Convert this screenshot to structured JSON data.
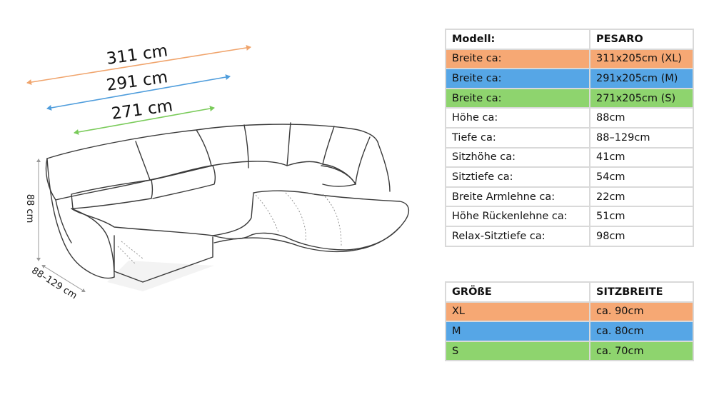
{
  "colors": {
    "xl": "#f6a874",
    "m": "#56a6e6",
    "s": "#8ed46e",
    "arrow_xl": "#f0a46c",
    "arrow_m": "#4f9ddc",
    "arrow_s": "#7acb5a"
  },
  "dimensions": {
    "width_xl": "311 cm",
    "width_m": "291 cm",
    "width_s": "271 cm",
    "height": "88 cm",
    "depth": "88–129 cm"
  },
  "spec_table": {
    "header": {
      "label": "Modell:",
      "value": "PESARO"
    },
    "rows": [
      {
        "label": "Breite ca:",
        "value": "311x205cm (XL)",
        "color": "xl"
      },
      {
        "label": "Breite ca:",
        "value": "291x205cm (M)",
        "color": "m"
      },
      {
        "label": "Breite ca:",
        "value": "271x205cm (S)",
        "color": "s"
      },
      {
        "label": "Höhe ca:",
        "value": "88cm"
      },
      {
        "label": "Tiefe ca:",
        "value": "88–129cm"
      },
      {
        "label": "Sitzhöhe ca:",
        "value": "41cm"
      },
      {
        "label": "Sitztiefe ca:",
        "value": "54cm"
      },
      {
        "label": "Breite Armlehne ca:",
        "value": "22cm"
      },
      {
        "label": "Höhe Rückenlehne ca:",
        "value": "51cm"
      },
      {
        "label": "Relax-Sitztiefe ca:",
        "value": "98cm"
      }
    ]
  },
  "size_table": {
    "header": {
      "label": "GRÖßE",
      "value": "SITZBREITE"
    },
    "rows": [
      {
        "label": "XL",
        "value": "ca. 90cm",
        "color": "xl"
      },
      {
        "label": "M",
        "value": "ca. 80cm",
        "color": "m"
      },
      {
        "label": "S",
        "value": "ca. 70cm",
        "color": "s"
      }
    ]
  }
}
